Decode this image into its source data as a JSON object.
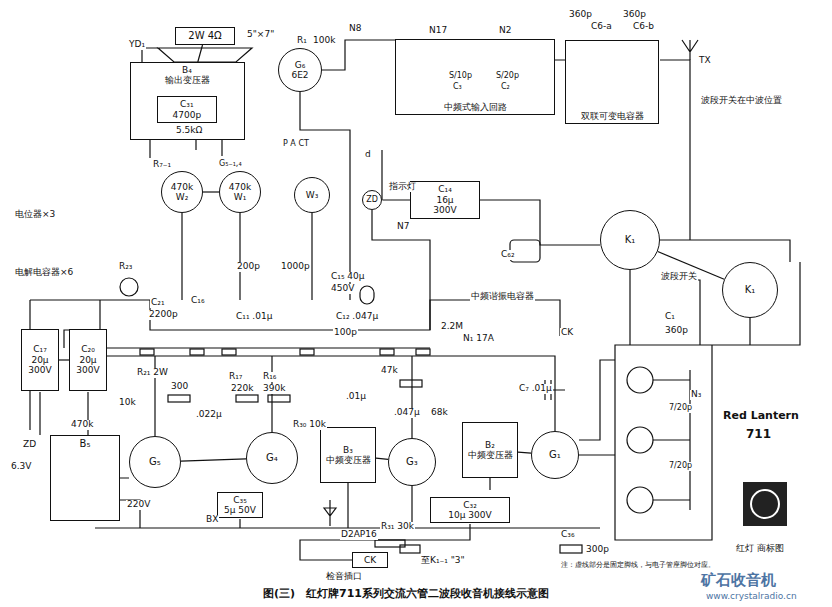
{
  "diagram": {
    "title": "图(三)　红灯牌711系列交流六管二波段收音机接线示意图",
    "nodes": [
      {
        "text": [
          "2W 4Ω"
        ]
      },
      {
        "text": [
          "B₄",
          "输出变压器"
        ]
      },
      {
        "text": [
          "C₃₁",
          "4700p"
        ],
        "in": 1
      },
      {
        "text": [
          "470k",
          "W₂"
        ]
      },
      {
        "text": [
          "470k",
          "W₁"
        ]
      },
      {
        "text": [
          "G₆",
          "6E2"
        ]
      },
      {
        "text": [
          "W₃"
        ]
      },
      {
        "text": [
          "ZD"
        ]
      },
      {
        "text": [
          "C₁₄",
          "16μ",
          "300V"
        ]
      },
      {
        "text": [
          "中频式输入回路"
        ]
      },
      {
        "text": [
          "双联可变电容器"
        ]
      },
      {
        "text": [
          "K₁"
        ]
      },
      {
        "text": [
          "K₁"
        ]
      },
      {
        "text": [
          "C₁₇",
          "20μ",
          "300V"
        ]
      },
      {
        "text": [
          "C₂₀",
          "20μ",
          "300V"
        ]
      },
      {
        "text": [
          "B₅"
        ]
      },
      {
        "text": [
          "G₅"
        ]
      },
      {
        "text": [
          "G₄"
        ]
      },
      {
        "text": [
          "B₃",
          "中频变压器"
        ]
      },
      {
        "text": [
          "G₃"
        ]
      },
      {
        "text": [
          "B₂",
          "中频变压器"
        ]
      },
      {
        "text": [
          "G₁"
        ]
      },
      {
        "text": [
          "C₃₂",
          "10μ 300V"
        ]
      },
      {
        "text": [
          "C₃₅",
          "5μ 50V"
        ]
      },
      {
        "text": [
          "CK"
        ]
      }
    ],
    "edges": [
      {
        "from": 0,
        "to": 1,
        "arrow": "none"
      },
      {
        "from": 3,
        "to": 4,
        "arrow": "none"
      },
      {
        "from": 7,
        "to": 8,
        "arrow": "none"
      },
      {
        "from": 11,
        "to": 12,
        "arrow": "none"
      },
      {
        "from": 13,
        "to": 14,
        "arrow": "none"
      },
      {
        "from": 16,
        "to": 17,
        "arrow": "none"
      },
      {
        "from": 18,
        "to": 19,
        "arrow": "none"
      },
      {
        "from": 20,
        "to": 21,
        "arrow": "none"
      }
    ],
    "labels": [
      "YD₁",
      "5\"×7\"",
      "5.5kΩ",
      "R₁",
      "100k",
      "N8",
      "N17",
      "N2",
      "360p",
      "C6-a",
      "360p",
      "C6-b",
      "TX",
      "S/10p",
      "C₃",
      "S/20p",
      "C₂",
      "R₇₋₁",
      "G₅₋₁,₄",
      "电位器×3",
      "电解电容器×6",
      "P A CT",
      "d",
      "指示灯",
      "N7",
      "波段开关在中波位置",
      "波段开关",
      "中频谐振电容器",
      "C₆₂",
      "CK",
      "C₁",
      "360p",
      "Red Lantern",
      "711",
      "R₂₃",
      "C₂₁",
      "2200p",
      "C₁₆",
      "C₁₁ .01μ",
      "C₁₂ .047μ",
      "2.2M",
      "C₁₅ 40μ",
      "450V",
      "100p",
      "1000p",
      "200p",
      "R₂₁ 2W",
      "300",
      "R₁₇",
      "220k",
      "R₁₆",
      "390k",
      "47k",
      "68k",
      ".047μ",
      ".01μ",
      ".022μ",
      "10k",
      "470k",
      "ZD",
      "6.3V",
      "BX",
      "220V",
      "R₃₀ 10k",
      "D2AP16",
      "R₃₁ 30k",
      "至K₁₋₁ \"3\"",
      "检音插口",
      "C₃₆",
      "300p",
      "C₇ .01μ",
      "N₁ 17A",
      "N₃",
      "7/20p",
      "7/20p",
      "注：虚线部分是固定脚线，与电子管座脚位对应。",
      "红灯 商标图",
      "矿石收音机",
      "www.crystalradio.cn"
    ]
  }
}
